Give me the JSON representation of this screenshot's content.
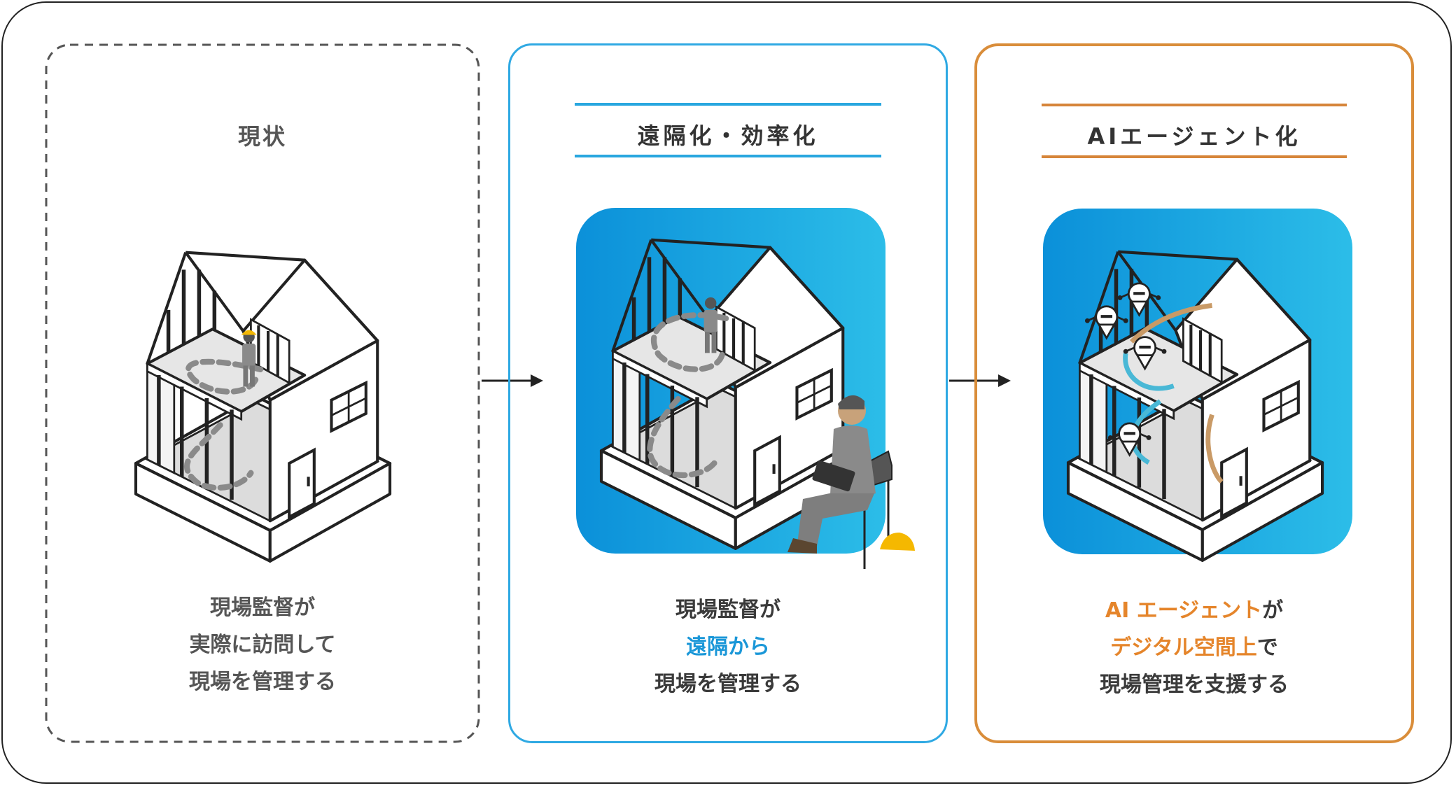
{
  "panels": [
    {
      "title": "現状",
      "caption": [
        "現場監督が",
        "実際に訪問して",
        "現場を管理する"
      ]
    },
    {
      "title": "遠隔化・効率化",
      "caption": [
        "現場監督が",
        "遠隔から",
        "現場を管理する"
      ]
    },
    {
      "title": "AIエージェント化",
      "caption": [
        "AI エージェント",
        "が",
        "デジタル空間上",
        "で",
        "現場管理を支援する"
      ]
    }
  ],
  "colors": {
    "panel2_border": "#2fa9e3",
    "panel3_border": "#d98d3a",
    "highlight_blue": "#1a97d8",
    "highlight_orange": "#e5852b",
    "tile_gradient": [
      "#0b90d9",
      "#2cbde8"
    ]
  },
  "icons": [
    "house-icon",
    "worker-icon",
    "robot-icon",
    "arrow-right-icon",
    "helmet-icon",
    "chair-icon",
    "tablet-icon"
  ]
}
